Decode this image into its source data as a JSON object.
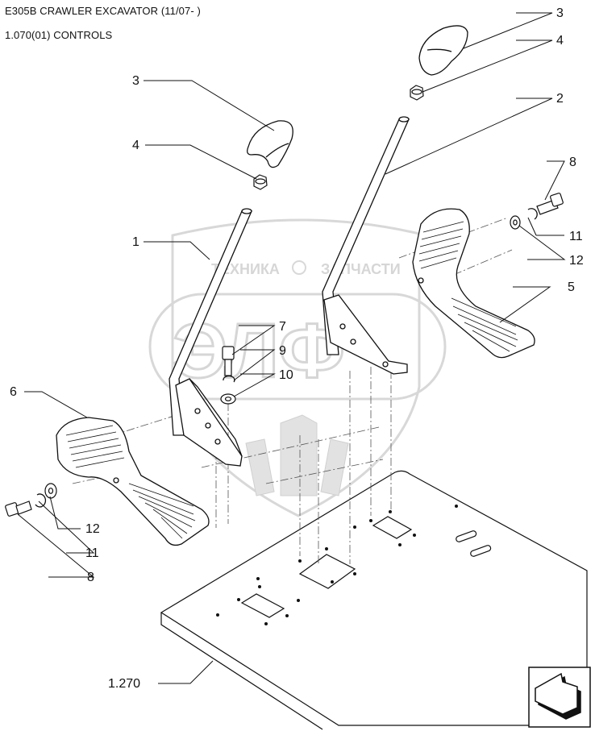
{
  "header": {
    "title": "E305B CRAWLER EXCAVATOR (11/07- )",
    "subtitle": "1.070(01) CONTROLS"
  },
  "watermark": {
    "text_left": "ТЕХНИКА",
    "text_right": "ЗАПЧАСТИ",
    "logo": "ЭЛФ",
    "color": "#d8d8d8"
  },
  "callouts": {
    "lever_left": "1",
    "lever_right": "2",
    "grip_left": "3",
    "grip_right": "3",
    "nut_left": "4",
    "nut_right": "4",
    "pedal_right": "5",
    "pedal_left": "6",
    "bolt_center": "7",
    "bolt_right": "8",
    "bolt_left": "8",
    "lockwasher_center": "9",
    "washer_center": "10",
    "lockwasher_right": "11",
    "lockwasher_left": "11",
    "washer_right": "12",
    "washer_left": "12",
    "floor_ref": "1.270"
  },
  "nav": {
    "icon": "next-page-arrow-icon"
  },
  "colors": {
    "line": "#111111",
    "fill": "#ffffff"
  }
}
